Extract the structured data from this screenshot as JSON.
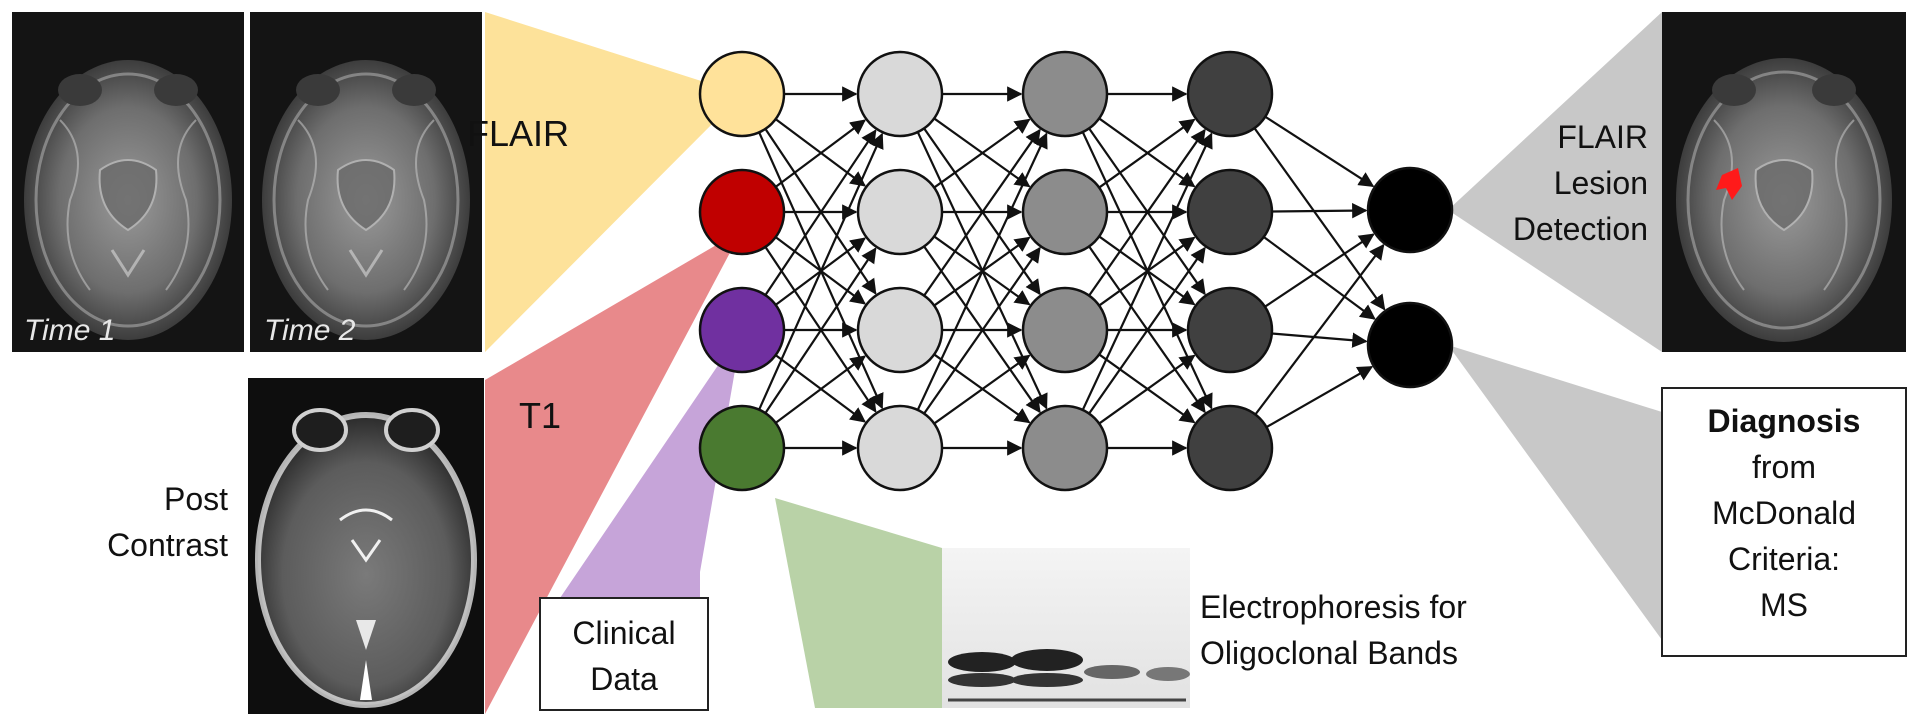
{
  "images": {
    "flair_time1_caption": "Time 1",
    "flair_time2_caption": "Time 2"
  },
  "labels": {
    "flair": "FLAIR",
    "t1": "T1",
    "post_contrast": [
      "Post",
      "Contrast"
    ],
    "clinical_data": [
      "Clinical",
      "Data"
    ],
    "electrophoresis": [
      "Electrophoresis for",
      "Oligoclonal Bands"
    ],
    "lesion_detection": [
      "FLAIR",
      "Lesion",
      "Detection"
    ],
    "diagnosis_bold": "Diagnosis",
    "diagnosis_rest": [
      "from",
      "McDonald",
      "Criteria:",
      "MS"
    ]
  },
  "network": {
    "layers": [
      {
        "name": "input",
        "nodes": 4,
        "colors": [
          "#ffe29a",
          "#c00000",
          "#7030a0",
          "#4a7a30"
        ]
      },
      {
        "name": "hidden-1",
        "nodes": 4,
        "colors": [
          "#d9d9d9",
          "#d9d9d9",
          "#d9d9d9",
          "#d9d9d9"
        ]
      },
      {
        "name": "hidden-2",
        "nodes": 4,
        "colors": [
          "#8c8c8c",
          "#8c8c8c",
          "#8c8c8c",
          "#8c8c8c"
        ]
      },
      {
        "name": "hidden-3",
        "nodes": 4,
        "colors": [
          "#404040",
          "#404040",
          "#404040",
          "#404040"
        ]
      },
      {
        "name": "output",
        "nodes": 2,
        "colors": [
          "#000000",
          "#000000"
        ]
      }
    ]
  },
  "colors": {
    "flair_band": "#fde29a",
    "t1_band": "#e8898b",
    "clinical_band": "#c6a4d9",
    "electro_band": "#b9d2a7",
    "output_band": "#c8c8c8",
    "lesion": "#ff1a1a"
  }
}
